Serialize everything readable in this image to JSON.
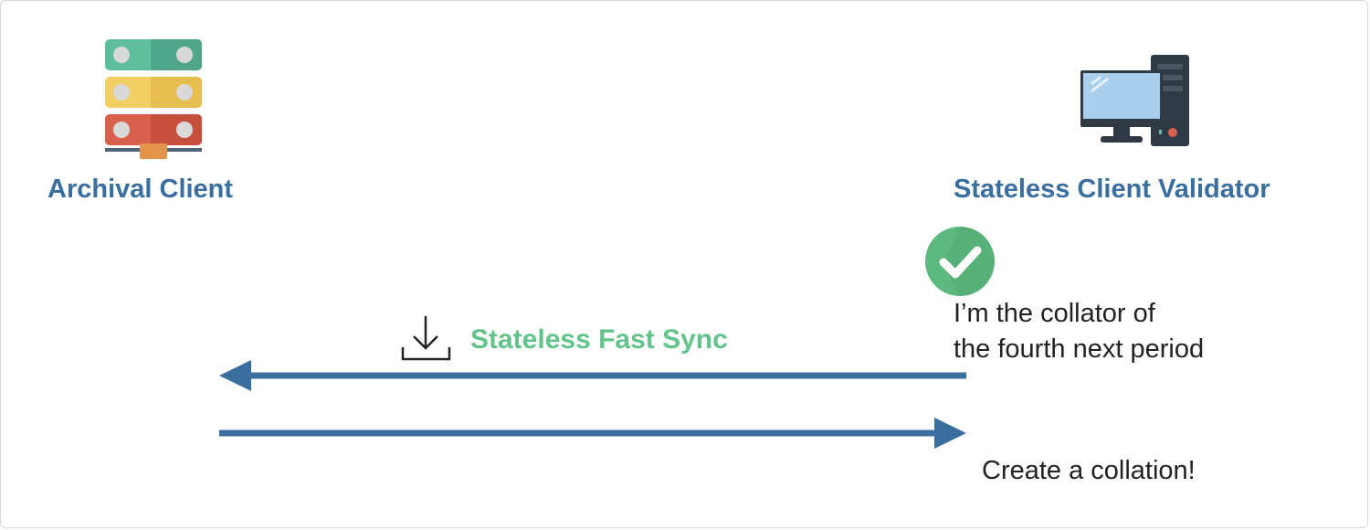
{
  "nodes": {
    "archival": {
      "label": "Archival Client",
      "icon": "server-icon"
    },
    "stateless": {
      "label": "Stateless Client Validator",
      "icon": "desktop-computer-icon"
    }
  },
  "messages": {
    "status_line1": "I’m the collator of",
    "status_line2": "the fourth next period",
    "sync_label": "Stateless Fast Sync",
    "create_label": "Create a collation!"
  },
  "icons": {
    "check": "check-circle-icon",
    "download": "download-icon"
  },
  "colors": {
    "label_blue": "#3a6e9e",
    "arrow_blue": "#3a6e9e",
    "sync_green": "#62c48a",
    "check_green": "#5cb87e",
    "server_green": "#5fbf9c",
    "server_yellow": "#f2cf62",
    "server_red": "#d9604c",
    "server_base": "#e2954a"
  }
}
